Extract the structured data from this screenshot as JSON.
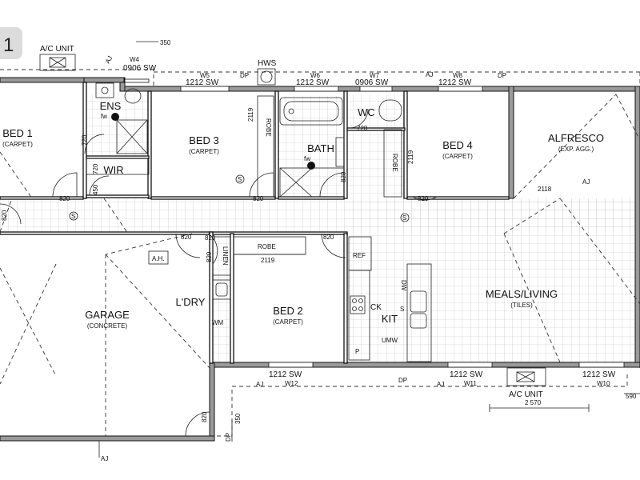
{
  "sheet_number": "1",
  "rooms": {
    "bed1": {
      "name": "BED 1",
      "finish": "(CARPET)"
    },
    "bed3": {
      "name": "BED 3",
      "finish": "(CARPET)"
    },
    "bed4": {
      "name": "BED 4",
      "finish": "(CARPET)"
    },
    "bed2": {
      "name": "BED 2",
      "finish": "(CARPET)"
    },
    "alfresco": {
      "name": "ALFRESCO",
      "finish": "(EXP. AGG.)"
    },
    "garage": {
      "name": "GARAGE",
      "finish": "(CONCRETE)"
    },
    "meals": {
      "name": "MEALS/LIVING",
      "finish": "(TILES)"
    },
    "ens": {
      "name": "ENS"
    },
    "wir": {
      "name": "WIR"
    },
    "bath": {
      "name": "BATH"
    },
    "wc": {
      "name": "WC"
    },
    "ldry": {
      "name": "L'DRY"
    },
    "kit": {
      "name": "KIT"
    }
  },
  "fixtures": {
    "ac_top": "A/C UNIT",
    "ac_bottom": "A/C UNIT",
    "hws": "HWS",
    "ah": "A.H.",
    "ref": "REF",
    "dw": "DW",
    "ck": "CK",
    "s": "S",
    "p": "P",
    "umw": "UMW",
    "wm": "WM",
    "linen": "LINEN",
    "robe_bed3": "ROBE",
    "robe_bed4": "ROBE",
    "robe_bed2": "ROBE",
    "fw_ens": "fw",
    "fw_bath": "fw"
  },
  "dimensions": {
    "top_350": "350",
    "bottom_350": "350",
    "right_590": "590",
    "span_2570": "2 570",
    "robe_2119_bed3": "2119",
    "robe_2119_bed4": "2119",
    "robe_2119_bed2": "2119",
    "alfresco_2118": "2118",
    "door_820_bed1": "820",
    "door_820_bed3": "820",
    "door_820_bath": "820",
    "door_820_bed4": "820",
    "door_820_hall": "820",
    "door_820_ldry": "820",
    "door_820_bed2": "820",
    "door_820_linen": "820",
    "door_820_garage": "820",
    "door_820_left": "820",
    "door_720_ens": "720",
    "door_720_wir": "720",
    "door_720_wc": "720",
    "door_450_wir": "450"
  },
  "windows": {
    "w4_id": "W4",
    "w4_size": "0906 SW",
    "w5_id": "W5",
    "w5_size": "1212 SW",
    "w6_id": "W6",
    "w6_size": "1212 SW",
    "w7_id": "W7",
    "w7_size": "0906 SW",
    "w8_id": "W8",
    "w8_size": "1212 SW",
    "w12_id": "W12",
    "w12_size": "1212 SW",
    "w11_id": "W11",
    "w11_size": "1212 SW",
    "w10_id": "W10",
    "w10_size": "1212 SW"
  },
  "markers": {
    "aj": "AJ",
    "dp": "DP",
    "smoke": "S"
  }
}
